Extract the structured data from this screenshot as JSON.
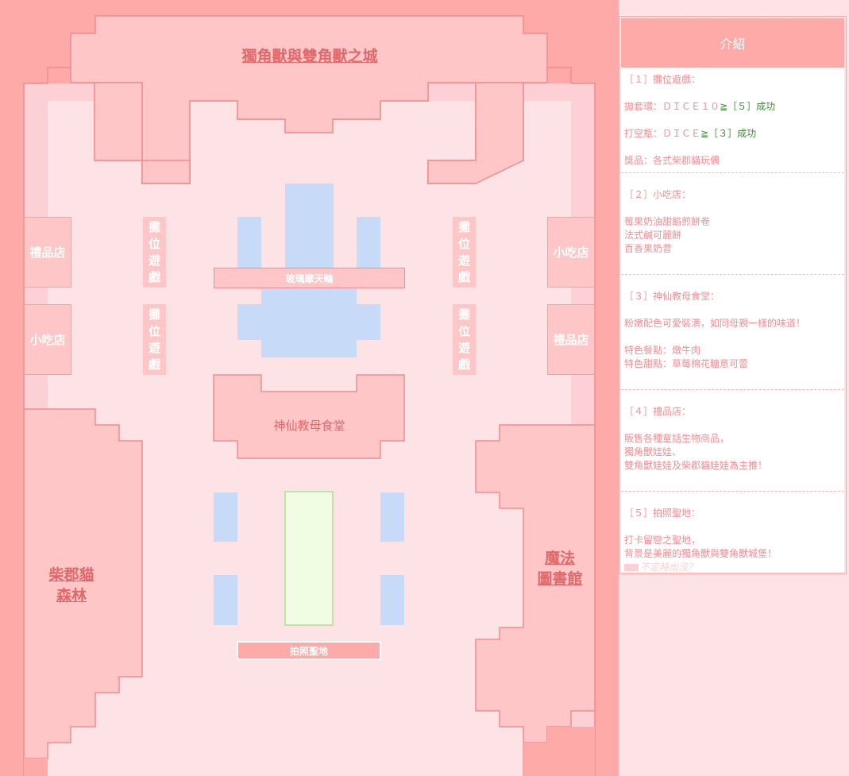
{
  "map": {
    "castle_title": "獨角獸與雙角獸之城",
    "forest_label": "柴郡貓\n森林",
    "library_label": "魔法\n圖書館",
    "shops": {
      "gift_left": "禮品店",
      "food_left": "小吃店",
      "food_right": "小吃店",
      "gift_right": "禮品店"
    },
    "stall_chars": [
      "攤",
      "位",
      "遊",
      "戲"
    ],
    "ferris_wheel": "玻璃摩天輪",
    "restaurant": "神仙教母食堂",
    "photo_spot": "拍照聖地"
  },
  "panel": {
    "title": "介紹",
    "sections": [
      {
        "heading": "［１］攤位遊戲：",
        "lines": [
          {
            "pre": "拋套環：ＤＩＣＥ１０",
            "em": "≧［５］",
            "post": "成功"
          },
          {
            "pre": "打空瓶：ＤＩＣＥ",
            "em": "≧［３］",
            "post": "成功"
          },
          {
            "pre": "獎品：各式柴郡貓玩偶"
          }
        ]
      },
      {
        "heading": "［２］小吃店：",
        "lines": [
          "莓果奶油甜餡煎餅卷",
          "法式鹹可麗餅",
          "百香果奶昔"
        ]
      },
      {
        "heading": "［３］神仙教母食堂：",
        "lines": [
          "粉嫩配色可愛裝潢，如同母親一樣的味道！",
          "",
          "特色餐點：燉牛肉",
          "特色甜點：草莓棉花糖意可蕾"
        ]
      },
      {
        "heading": "［４］禮品店：",
        "lines": [
          "販售各種童話生物商品，",
          "獨角獸娃娃、",
          "雙角獸娃娃及柴郡貓娃娃為主推！"
        ]
      },
      {
        "heading": "［５］拍照聖地：",
        "lines": [
          "打卡留戀之聖地，",
          "背景是美麗的獨角獸與雙角獸城堡！"
        ],
        "ghost": "不定時出沒？"
      }
    ]
  },
  "colors": {
    "frame": "#fdaaa9",
    "ground": "#fde2e6",
    "building": "#fec6c6",
    "border": "#ee8e8e",
    "water": "#c7daf7",
    "lawn": "#f0fde3",
    "text_accent": "#e0686a"
  }
}
